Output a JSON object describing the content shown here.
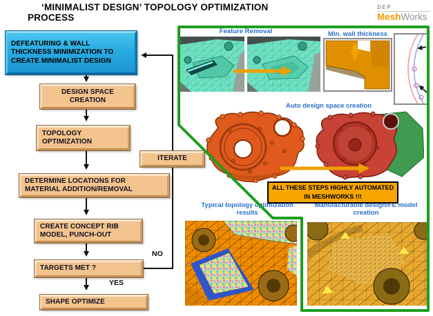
{
  "title": {
    "line1": "‘MINIMALIST DESIGN’ TOPOLOGY OPTIMIZATION",
    "line2": "PROCESS"
  },
  "logo": {
    "dep": "DEP",
    "mesh": "Mesh",
    "works": "Works"
  },
  "flowchart": {
    "boxes": [
      {
        "id": "defeaturing",
        "label": "DEFEATURING & WALL THICKNESS MINIMIZATION TO CREATE MINIMALIST DESIGN"
      },
      {
        "id": "design-space",
        "label": "DESIGN SPACE CREATION"
      },
      {
        "id": "topology",
        "label": "TOPOLOGY OPTIMIZATION"
      },
      {
        "id": "determine",
        "label": "DETERMINE LOCATIONS FOR MATERIAL ADDITION/REMOVAL"
      },
      {
        "id": "create-rib",
        "label": "CREATE CONCEPT RIB MODEL, PUNCH-OUT"
      },
      {
        "id": "targets",
        "label": "TARGETS MET ?"
      },
      {
        "id": "shape",
        "label": "SHAPE OPTIMIZE"
      },
      {
        "id": "iterate",
        "label": "ITERATE"
      }
    ],
    "yes_label": "YES",
    "no_label": "NO"
  },
  "panel": {
    "feature_removal_label": "Feature Removal",
    "min_wall_label": "Min. wall thickness",
    "auto_design_label": "Auto design space creation",
    "automated_note": "ALL THESE STEPS HIGHLY AUTOMATED IN MESHWORKS !!!",
    "typical_label": "Typical topology optimization results",
    "manufacturable_label": "Manufacturable design/FE model creation"
  },
  "colors": {
    "accent_green": "#1E9E1E",
    "process_box_tan": "#F3C38E",
    "start_box_blue": "#29ABE2",
    "note_bg_orange": "#F7A600",
    "caption_blue": "#2A6FC9",
    "logo_orange": "#F59B00",
    "arrow_yellow": "#F0A000"
  }
}
